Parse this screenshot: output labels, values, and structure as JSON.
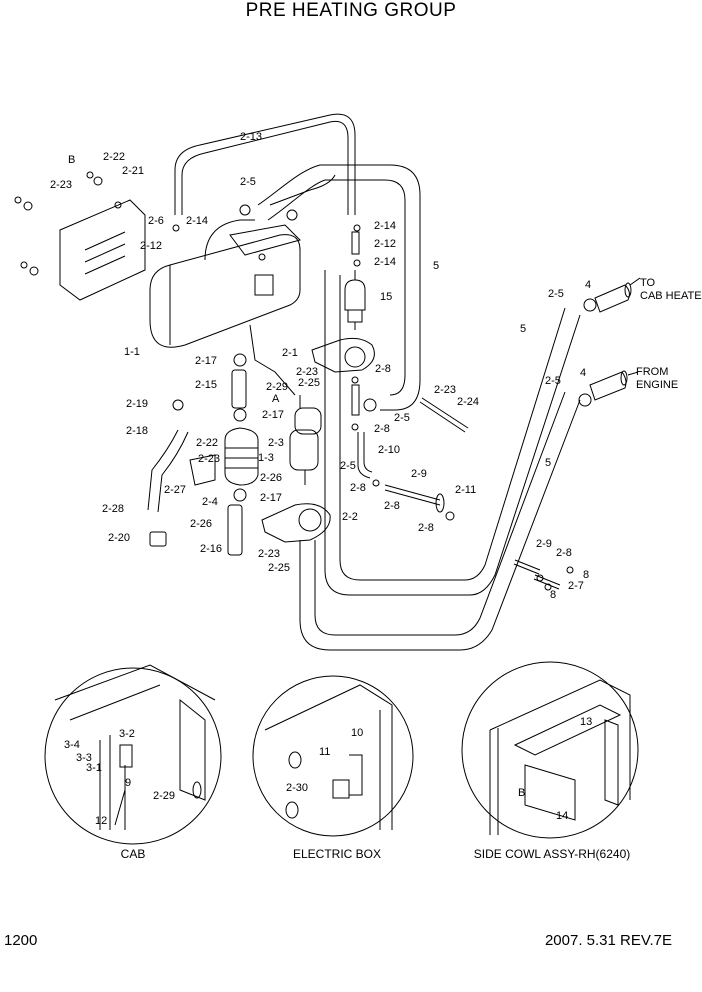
{
  "title": "PRE HEATING GROUP",
  "page_number": "1200",
  "revision": "2007. 5.31  REV.7E",
  "captions": {
    "cab": "CAB",
    "electric_box": "ELECTRIC BOX",
    "side_cowl": "SIDE COWL ASSY-RH(6240)"
  },
  "flow_labels": {
    "to_line1": "TO",
    "to_line2": "CAB HEATER",
    "from_line1": "FROM",
    "from_line2": "ENGINE",
    "detail_a": "A",
    "detail_b": "B"
  },
  "part_labels": [
    "2-13",
    "2-22",
    "B",
    "2-21",
    "2-23",
    "2-6",
    "2-5",
    "2-14",
    "2-12",
    "1-1",
    "2-17",
    "2-15",
    "2-29",
    "2-19",
    "2-17",
    "2-18",
    "2-22",
    "2-23",
    "2-3",
    "1-3",
    "2-27",
    "2-4",
    "2-26",
    "2-17",
    "2-28",
    "2-26",
    "2-20",
    "2-16",
    "2-23",
    "2-25",
    "2-14",
    "2-12",
    "2-14",
    "15",
    "5",
    "2-1",
    "2-23",
    "2-25",
    "2-8",
    "2-5",
    "2-8",
    "2-23",
    "2-24",
    "2-10",
    "2-9",
    "2-5",
    "2-8",
    "2-8",
    "2-11",
    "2-8",
    "2-2",
    "4",
    "2-5",
    "5",
    "4",
    "2-5",
    "5",
    "2-9",
    "2-8",
    "8",
    "8",
    "2-7",
    "3-4",
    "3-2",
    "3-3",
    "3-1",
    "9",
    "2-29",
    "12",
    "11",
    "10",
    "2-30",
    "B",
    "13",
    "14"
  ]
}
